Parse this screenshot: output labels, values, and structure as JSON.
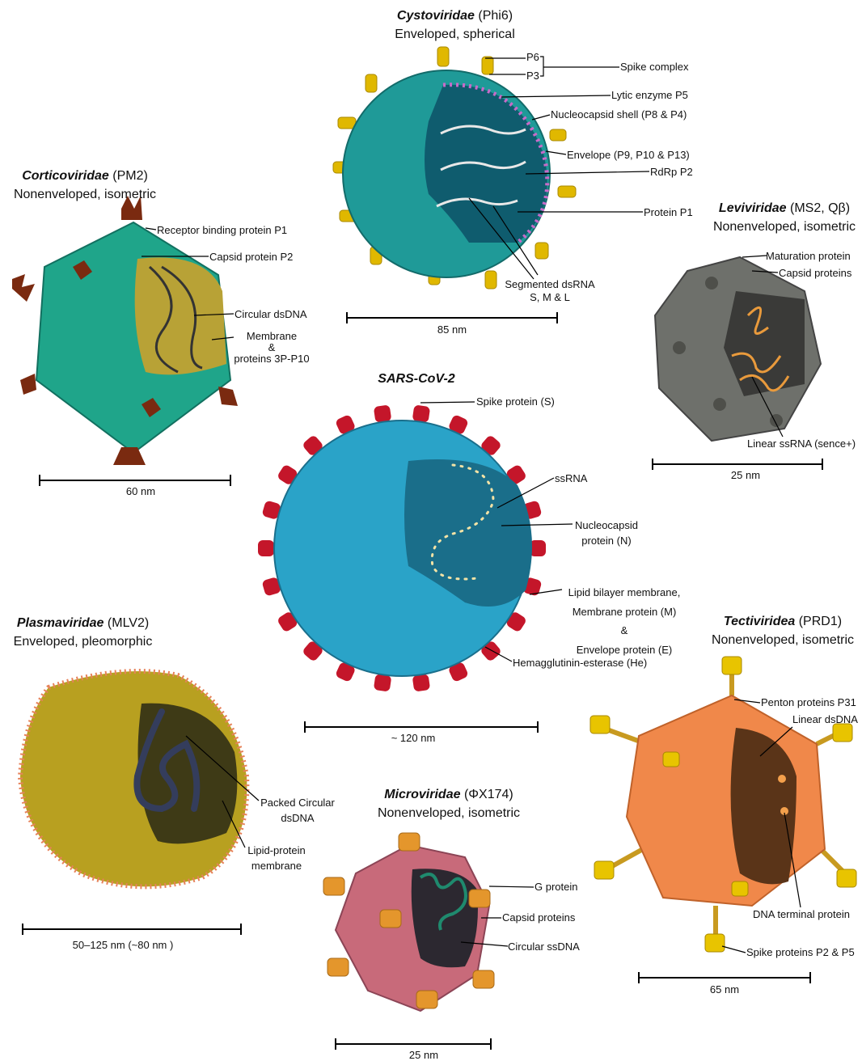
{
  "viruses": {
    "cysto": {
      "family": "Cystoviridae",
      "strain": "(Phi6)",
      "desc": "Enveloped, spherical",
      "scale": "85 nm",
      "labels": {
        "p6": "P6",
        "p3": "P3",
        "spike": "Spike complex",
        "lytic": "Lytic enzyme P5",
        "nucleo": "Nucleocapsid shell (P8 & P4)",
        "env": "Envelope (P9, P10 & P13)",
        "rdrp": "RdRp P2",
        "p1": "Protein P1",
        "seg1": "Segmented dsRNA",
        "seg2": "S, M & L"
      }
    },
    "cortico": {
      "family": "Corticoviridae",
      "strain": "(PM2)",
      "desc": "Nonenveloped, isometric",
      "scale": "60 nm",
      "labels": {
        "receptor": "Receptor binding protein P1",
        "capsid": "Capsid protein P2",
        "dna": "Circular dsDNA",
        "mem1": "Membrane",
        "mem2": "&",
        "mem3": "proteins 3P-P10"
      }
    },
    "levi": {
      "family": "Leviviridae",
      "strain": "(MS2, Qβ)",
      "desc": "Nonenveloped, isometric",
      "scale": "25 nm",
      "labels": {
        "maturation": "Maturation protein",
        "capsid": "Capsid proteins",
        "rna": "Linear ssRNA (sence+)"
      }
    },
    "sars": {
      "family": "SARS-CoV-2",
      "scale": "~ 120  nm",
      "labels": {
        "spike": "Spike protein (S)",
        "ssrna": "ssRNA",
        "n1": "Nucleocapsid",
        "n2": "protein (N)",
        "lipid": "Lipid bilayer membrane,",
        "mprot": "Membrane protein (M)",
        "amp": "&",
        "eprot": "Envelope protein (E)",
        "he": "Hemagglutinin-esterase (He)"
      }
    },
    "plasma": {
      "family": "Plasmaviridae",
      "strain": "(MLV2)",
      "desc": "Enveloped, pleomorphic",
      "scale": "50–125 nm (~80 nm )",
      "labels": {
        "packed1": "Packed Circular",
        "packed2": "dsDNA",
        "lp1": "Lipid-protein",
        "lp2": "membrane"
      }
    },
    "tecti": {
      "family": "Tectiviridea",
      "strain": "(PRD1)",
      "desc": "Nonenveloped, isometric",
      "scale": "65 nm",
      "labels": {
        "penton": "Penton proteins P31",
        "dna": "Linear dsDNA",
        "terminal": "DNA terminal protein",
        "spikes": "Spike proteins P2 & P5"
      }
    },
    "micro": {
      "family": "Microviridae",
      "strain": "(ΦX174)",
      "desc": "Nonenveloped, isometric",
      "scale": "25 nm",
      "labels": {
        "g": "G protein",
        "capsid": "Capsid proteins",
        "dna": "Circular ssDNA"
      }
    }
  },
  "colors": {
    "cysto_body": "#1f9a98",
    "cysto_spike": "#e0b800",
    "cortico_body": "#1fa58a",
    "cortico_spike": "#7a2a10",
    "levi_body": "#6e706b",
    "levi_rna": "#e99a3c",
    "sars_body": "#2aa3c8",
    "sars_spike": "#c4162a",
    "plasma_body": "#b8a020",
    "plasma_dna": "#343d5c",
    "tecti_body": "#f0884a",
    "tecti_spike": "#e8c400",
    "micro_body": "#c86a7a",
    "micro_spike": "#e4962c",
    "micro_dna": "#1f8a6e"
  }
}
